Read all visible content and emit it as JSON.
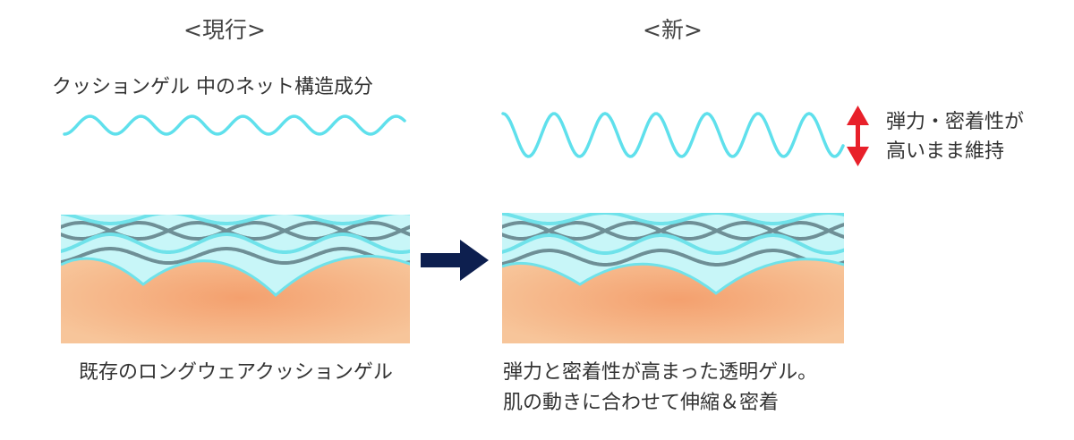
{
  "headers": {
    "current": "<現行>",
    "new": "<新>"
  },
  "top_label": "クッションゲル 中のネット構造成分",
  "side_note": {
    "line1": "弾力・密着性が",
    "line2": "高いまま維持"
  },
  "captions": {
    "current": "既存のロングウェアクッションゲル",
    "new_line1": "弾力と密着性が高まった透明ゲル。",
    "new_line2": "肌の動きに合わせて伸縮＆密着"
  },
  "colors": {
    "wave": "#5fe0ec",
    "gel": "#c8f6f8",
    "net_dark": "#6e8f96",
    "net_light": "#6fe2ea",
    "skin": "#f7c59a",
    "skin_core": "#f4a06e",
    "arrow_right": "#0d1f4f",
    "arrow_vertical": "#e8202a"
  },
  "icons": {
    "transition_arrow": "arrow-right-icon",
    "elastic_arrow": "double-vertical-arrow-icon"
  }
}
